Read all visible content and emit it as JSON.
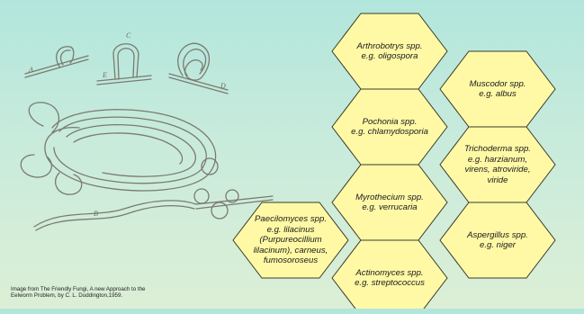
{
  "caption": {
    "line1": "Image from The Friendly Fungi, A new Approach to the",
    "line2": "Eelworm Problem, by C. L. Duddington,1959."
  },
  "illustration": {
    "label_a": "A",
    "label_b": "B",
    "label_c": "C",
    "label_d": "D",
    "label_e": "E"
  },
  "colors": {
    "hex_fill": "#fff9a6",
    "hex_stroke": "#3a3a2a",
    "drawing": "#7a7a70"
  },
  "hexagons": [
    {
      "id": "arthrobotrys",
      "line1": "Arthrobotrys spp.",
      "line2": "e.g. oligospora",
      "line3": "",
      "line4": "",
      "line5": ""
    },
    {
      "id": "muscodor",
      "line1": "Muscodor spp.",
      "line2": "e.g. albus",
      "line3": "",
      "line4": "",
      "line5": ""
    },
    {
      "id": "pochonia",
      "line1": "Pochonia spp.",
      "line2": "e.g. chlamydosporia",
      "line3": "",
      "line4": "",
      "line5": ""
    },
    {
      "id": "trichoderma",
      "line1": "Trichoderma spp.",
      "line2": "e.g. harzianum,",
      "line3": "virens, atroviride,",
      "line4": "viride",
      "line5": ""
    },
    {
      "id": "myrothecium",
      "line1": "Myrothecium spp.",
      "line2": "e.g. verrucaria",
      "line3": "",
      "line4": "",
      "line5": ""
    },
    {
      "id": "paecilomyces",
      "line1": "Paecilomyces spp.",
      "line2": "e.g. lilacinus",
      "line3": "(Purpureocillium",
      "line4": "lilacinum), carneus,",
      "line5": "fumosoroseus"
    },
    {
      "id": "aspergillus",
      "line1": "Aspergillus spp.",
      "line2": "e.g. niger",
      "line3": "",
      "line4": "",
      "line5": ""
    },
    {
      "id": "actinomyces",
      "line1": "Actinomyces spp.",
      "line2": "e.g. streptococcus",
      "line3": "",
      "line4": "",
      "line5": ""
    }
  ]
}
